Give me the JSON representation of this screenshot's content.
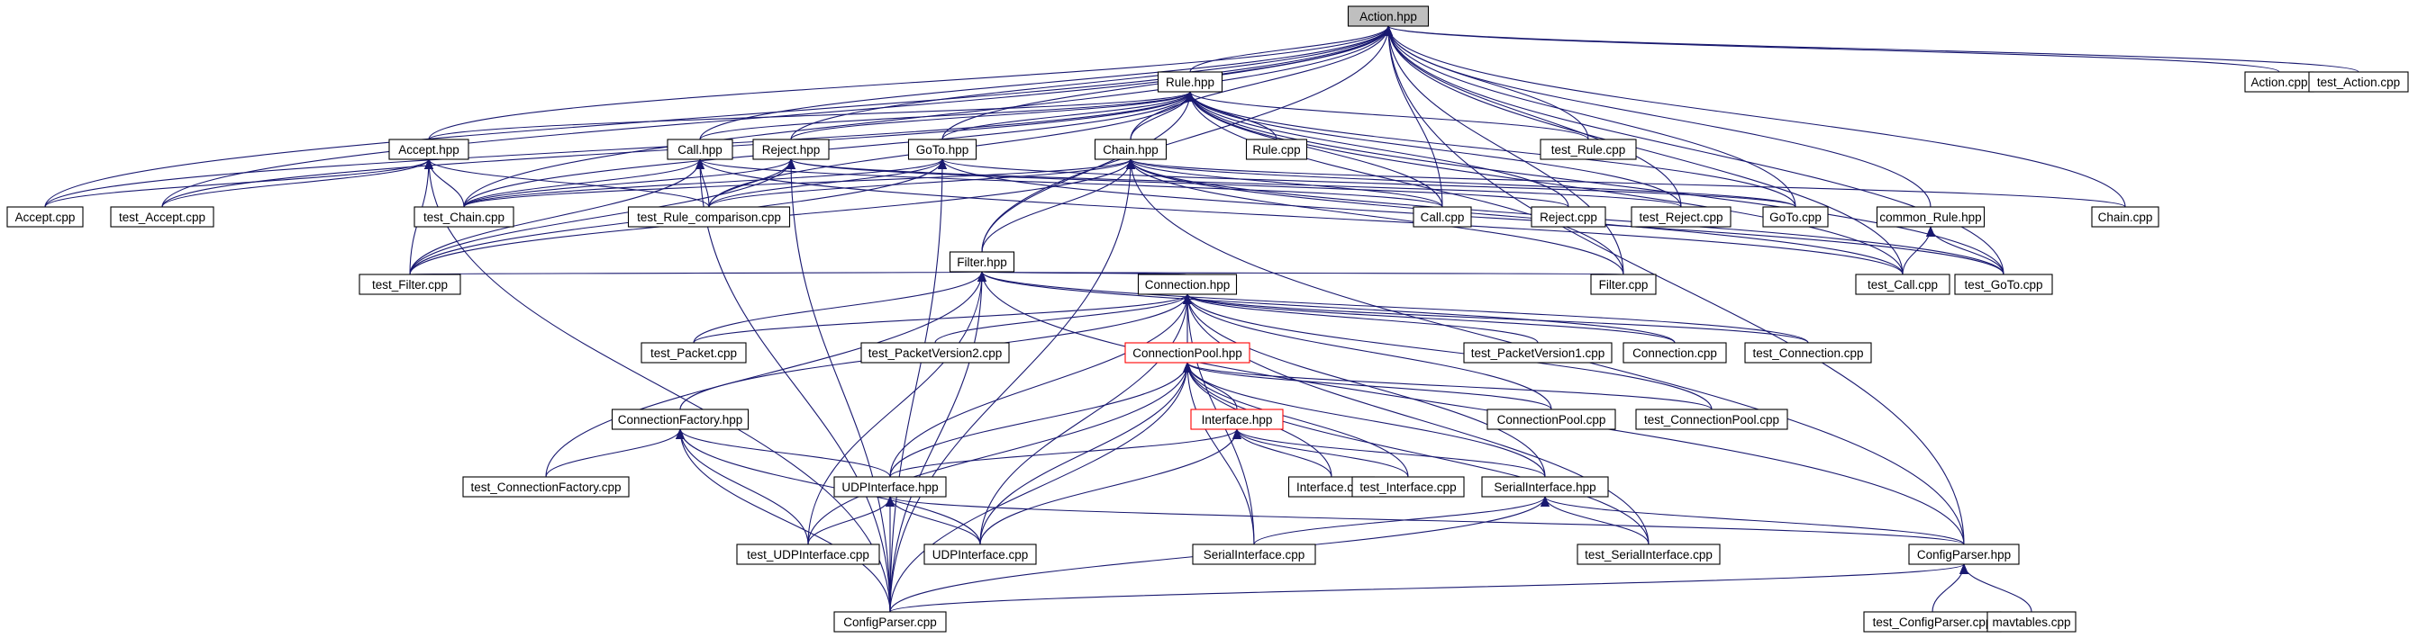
{
  "graph": {
    "colors": {
      "edge": "#191970",
      "node_fill": "#ffffff",
      "root_fill": "#bfbfbf",
      "border": "#000000",
      "highlight_border": "#ff0000"
    },
    "nodes": [
      {
        "id": "action_hpp",
        "label": "Action.hpp",
        "style": "root"
      },
      {
        "id": "rule_hpp",
        "label": "Rule.hpp"
      },
      {
        "id": "action_cpp",
        "label": "Action.cpp"
      },
      {
        "id": "test_action_cpp",
        "label": "test_Action.cpp"
      },
      {
        "id": "accept_hpp",
        "label": "Accept.hpp"
      },
      {
        "id": "call_hpp",
        "label": "Call.hpp"
      },
      {
        "id": "reject_hpp",
        "label": "Reject.hpp"
      },
      {
        "id": "goto_hpp",
        "label": "GoTo.hpp"
      },
      {
        "id": "chain_hpp",
        "label": "Chain.hpp"
      },
      {
        "id": "rule_cpp",
        "label": "Rule.cpp"
      },
      {
        "id": "test_rule_cpp",
        "label": "test_Rule.cpp"
      },
      {
        "id": "accept_cpp",
        "label": "Accept.cpp"
      },
      {
        "id": "test_accept_cpp",
        "label": "test_Accept.cpp"
      },
      {
        "id": "test_chain_cpp",
        "label": "test_Chain.cpp"
      },
      {
        "id": "test_rule_comparison_cpp",
        "label": "test_Rule_comparison.cpp"
      },
      {
        "id": "call_cpp",
        "label": "Call.cpp"
      },
      {
        "id": "reject_cpp",
        "label": "Reject.cpp"
      },
      {
        "id": "test_reject_cpp",
        "label": "test_Reject.cpp"
      },
      {
        "id": "goto_cpp",
        "label": "GoTo.cpp"
      },
      {
        "id": "common_rule_hpp",
        "label": "common_Rule.hpp"
      },
      {
        "id": "chain_cpp",
        "label": "Chain.cpp"
      },
      {
        "id": "filter_hpp",
        "label": "Filter.hpp"
      },
      {
        "id": "test_filter_cpp",
        "label": "test_Filter.cpp"
      },
      {
        "id": "filter_cpp",
        "label": "Filter.cpp"
      },
      {
        "id": "test_call_cpp",
        "label": "test_Call.cpp"
      },
      {
        "id": "test_goto_cpp",
        "label": "test_GoTo.cpp"
      },
      {
        "id": "connection_hpp",
        "label": "Connection.hpp"
      },
      {
        "id": "test_packet_cpp",
        "label": "test_Packet.cpp"
      },
      {
        "id": "test_packetversion2_cpp",
        "label": "test_PacketVersion2.cpp"
      },
      {
        "id": "connectionpool_hpp",
        "label": "ConnectionPool.hpp",
        "style": "red"
      },
      {
        "id": "test_packetversion1_cpp",
        "label": "test_PacketVersion1.cpp"
      },
      {
        "id": "connection_cpp",
        "label": "Connection.cpp"
      },
      {
        "id": "test_connection_cpp",
        "label": "test_Connection.cpp"
      },
      {
        "id": "connectionfactory_hpp",
        "label": "ConnectionFactory.hpp"
      },
      {
        "id": "interface_hpp",
        "label": "Interface.hpp",
        "style": "red"
      },
      {
        "id": "connectionpool_cpp",
        "label": "ConnectionPool.cpp"
      },
      {
        "id": "test_connectionpool_cpp",
        "label": "test_ConnectionPool.cpp"
      },
      {
        "id": "test_connectionfactory_cpp",
        "label": "test_ConnectionFactory.cpp"
      },
      {
        "id": "udpinterface_hpp",
        "label": "UDPInterface.hpp"
      },
      {
        "id": "interface_cpp",
        "label": "Interface.cpp"
      },
      {
        "id": "test_interface_cpp",
        "label": "test_Interface.cpp"
      },
      {
        "id": "serialinterface_hpp",
        "label": "SerialInterface.hpp"
      },
      {
        "id": "test_udpinterface_cpp",
        "label": "test_UDPInterface.cpp"
      },
      {
        "id": "udpinterface_cpp",
        "label": "UDPInterface.cpp"
      },
      {
        "id": "serialinterface_cpp",
        "label": "SerialInterface.cpp"
      },
      {
        "id": "test_serialinterface_cpp",
        "label": "test_SerialInterface.cpp"
      },
      {
        "id": "configparser_hpp",
        "label": "ConfigParser.hpp"
      },
      {
        "id": "configparser_cpp",
        "label": "ConfigParser.cpp"
      },
      {
        "id": "test_configparser_cpp",
        "label": "test_ConfigParser.cpp"
      },
      {
        "id": "mavtables_cpp",
        "label": "mavtables.cpp"
      }
    ],
    "edges": [
      [
        "rule_hpp",
        "action_hpp"
      ],
      [
        "action_cpp",
        "action_hpp"
      ],
      [
        "test_action_cpp",
        "action_hpp"
      ],
      [
        "accept_hpp",
        "action_hpp"
      ],
      [
        "call_hpp",
        "action_hpp"
      ],
      [
        "reject_hpp",
        "action_hpp"
      ],
      [
        "goto_hpp",
        "action_hpp"
      ],
      [
        "chain_hpp",
        "action_hpp"
      ],
      [
        "test_rule_cpp",
        "action_hpp"
      ],
      [
        "accept_cpp",
        "action_hpp"
      ],
      [
        "test_accept_cpp",
        "action_hpp"
      ],
      [
        "test_chain_cpp",
        "action_hpp"
      ],
      [
        "call_cpp",
        "action_hpp"
      ],
      [
        "test_reject_cpp",
        "action_hpp"
      ],
      [
        "goto_cpp",
        "action_hpp"
      ],
      [
        "common_rule_hpp",
        "action_hpp"
      ],
      [
        "chain_cpp",
        "action_hpp"
      ],
      [
        "filter_hpp",
        "action_hpp"
      ],
      [
        "filter_cpp",
        "action_hpp"
      ],
      [
        "test_call_cpp",
        "action_hpp"
      ],
      [
        "test_goto_cpp",
        "action_hpp"
      ],
      [
        "configparser_hpp",
        "action_hpp"
      ],
      [
        "accept_hpp",
        "rule_hpp"
      ],
      [
        "call_hpp",
        "rule_hpp"
      ],
      [
        "reject_hpp",
        "rule_hpp"
      ],
      [
        "goto_hpp",
        "rule_hpp"
      ],
      [
        "chain_hpp",
        "rule_hpp"
      ],
      [
        "rule_cpp",
        "rule_hpp"
      ],
      [
        "test_rule_cpp",
        "rule_hpp"
      ],
      [
        "accept_cpp",
        "rule_hpp"
      ],
      [
        "test_accept_cpp",
        "rule_hpp"
      ],
      [
        "test_chain_cpp",
        "rule_hpp"
      ],
      [
        "test_rule_comparison_cpp",
        "rule_hpp"
      ],
      [
        "call_cpp",
        "rule_hpp"
      ],
      [
        "reject_cpp",
        "rule_hpp"
      ],
      [
        "test_reject_cpp",
        "rule_hpp"
      ],
      [
        "goto_cpp",
        "rule_hpp"
      ],
      [
        "filter_hpp",
        "rule_hpp"
      ],
      [
        "filter_cpp",
        "rule_hpp"
      ],
      [
        "test_call_cpp",
        "rule_hpp"
      ],
      [
        "test_goto_cpp",
        "rule_hpp"
      ],
      [
        "accept_cpp",
        "accept_hpp"
      ],
      [
        "test_accept_cpp",
        "accept_hpp"
      ],
      [
        "test_chain_cpp",
        "accept_hpp"
      ],
      [
        "test_rule_comparison_cpp",
        "accept_hpp"
      ],
      [
        "test_filter_cpp",
        "accept_hpp"
      ],
      [
        "configparser_cpp",
        "accept_hpp"
      ],
      [
        "call_cpp",
        "call_hpp"
      ],
      [
        "test_call_cpp",
        "call_hpp"
      ],
      [
        "test_chain_cpp",
        "call_hpp"
      ],
      [
        "test_rule_comparison_cpp",
        "call_hpp"
      ],
      [
        "test_filter_cpp",
        "call_hpp"
      ],
      [
        "configparser_cpp",
        "call_hpp"
      ],
      [
        "reject_cpp",
        "reject_hpp"
      ],
      [
        "test_reject_cpp",
        "reject_hpp"
      ],
      [
        "test_chain_cpp",
        "reject_hpp"
      ],
      [
        "test_rule_comparison_cpp",
        "reject_hpp"
      ],
      [
        "test_filter_cpp",
        "reject_hpp"
      ],
      [
        "configparser_cpp",
        "reject_hpp"
      ],
      [
        "goto_cpp",
        "goto_hpp"
      ],
      [
        "test_goto_cpp",
        "goto_hpp"
      ],
      [
        "test_chain_cpp",
        "goto_hpp"
      ],
      [
        "test_rule_comparison_cpp",
        "goto_hpp"
      ],
      [
        "test_filter_cpp",
        "goto_hpp"
      ],
      [
        "configparser_cpp",
        "goto_hpp"
      ],
      [
        "chain_cpp",
        "chain_hpp"
      ],
      [
        "test_chain_cpp",
        "chain_hpp"
      ],
      [
        "test_call_cpp",
        "chain_hpp"
      ],
      [
        "test_goto_cpp",
        "chain_hpp"
      ],
      [
        "call_cpp",
        "chain_hpp"
      ],
      [
        "goto_cpp",
        "chain_hpp"
      ],
      [
        "filter_hpp",
        "chain_hpp"
      ],
      [
        "filter_cpp",
        "chain_hpp"
      ],
      [
        "test_filter_cpp",
        "chain_hpp"
      ],
      [
        "configparser_cpp",
        "chain_hpp"
      ],
      [
        "configparser_hpp",
        "chain_hpp"
      ],
      [
        "test_rule_comparison_cpp",
        "chain_hpp"
      ],
      [
        "test_call_cpp",
        "common_rule_hpp"
      ],
      [
        "test_goto_cpp",
        "common_rule_hpp"
      ],
      [
        "test_filter_cpp",
        "filter_hpp"
      ],
      [
        "filter_cpp",
        "filter_hpp"
      ],
      [
        "connection_hpp",
        "filter_hpp"
      ],
      [
        "test_packet_cpp",
        "filter_hpp"
      ],
      [
        "test_connection_cpp",
        "filter_hpp"
      ],
      [
        "connection_cpp",
        "filter_hpp"
      ],
      [
        "test_connectionfactory_cpp",
        "filter_hpp"
      ],
      [
        "test_udpinterface_cpp",
        "filter_hpp"
      ],
      [
        "configparser_cpp",
        "filter_hpp"
      ],
      [
        "configparser_hpp",
        "filter_hpp"
      ],
      [
        "test_packet_cpp",
        "connection_hpp"
      ],
      [
        "test_packetversion2_cpp",
        "connection_hpp"
      ],
      [
        "connectionpool_hpp",
        "connection_hpp"
      ],
      [
        "test_packetversion1_cpp",
        "connection_hpp"
      ],
      [
        "connection_cpp",
        "connection_hpp"
      ],
      [
        "test_connection_cpp",
        "connection_hpp"
      ],
      [
        "connectionfactory_hpp",
        "connection_hpp"
      ],
      [
        "udpinterface_hpp",
        "connection_hpp"
      ],
      [
        "udpinterface_cpp",
        "connection_hpp"
      ],
      [
        "serialinterface_cpp",
        "connection_hpp"
      ],
      [
        "serialinterface_hpp",
        "connection_hpp"
      ],
      [
        "connectionpool_cpp",
        "connection_hpp"
      ],
      [
        "test_connectionpool_cpp",
        "connection_hpp"
      ],
      [
        "test_serialinterface_cpp",
        "connection_hpp"
      ],
      [
        "interface_hpp",
        "connectionpool_hpp"
      ],
      [
        "connectionpool_cpp",
        "connectionpool_hpp"
      ],
      [
        "test_connectionpool_cpp",
        "connectionpool_hpp"
      ],
      [
        "udpinterface_hpp",
        "connectionpool_hpp"
      ],
      [
        "interface_cpp",
        "connectionpool_hpp"
      ],
      [
        "test_interface_cpp",
        "connectionpool_hpp"
      ],
      [
        "serialinterface_hpp",
        "connectionpool_hpp"
      ],
      [
        "test_udpinterface_cpp",
        "connectionpool_hpp"
      ],
      [
        "udpinterface_cpp",
        "connectionpool_hpp"
      ],
      [
        "serialinterface_cpp",
        "connectionpool_hpp"
      ],
      [
        "test_serialinterface_cpp",
        "connectionpool_hpp"
      ],
      [
        "configparser_cpp",
        "connectionpool_hpp"
      ],
      [
        "test_connectionfactory_cpp",
        "connectionfactory_hpp"
      ],
      [
        "udpinterface_hpp",
        "connectionfactory_hpp"
      ],
      [
        "test_udpinterface_cpp",
        "connectionfactory_hpp"
      ],
      [
        "udpinterface_cpp",
        "connectionfactory_hpp"
      ],
      [
        "configparser_cpp",
        "connectionfactory_hpp"
      ],
      [
        "udpinterface_hpp",
        "interface_hpp"
      ],
      [
        "interface_cpp",
        "interface_hpp"
      ],
      [
        "test_interface_cpp",
        "interface_hpp"
      ],
      [
        "serialinterface_hpp",
        "interface_hpp"
      ],
      [
        "udpinterface_cpp",
        "interface_hpp"
      ],
      [
        "test_udpinterface_cpp",
        "udpinterface_hpp"
      ],
      [
        "udpinterface_cpp",
        "udpinterface_hpp"
      ],
      [
        "configparser_cpp",
        "udpinterface_hpp"
      ],
      [
        "configparser_hpp",
        "udpinterface_hpp"
      ],
      [
        "serialinterface_cpp",
        "serialinterface_hpp"
      ],
      [
        "test_serialinterface_cpp",
        "serialinterface_hpp"
      ],
      [
        "configparser_cpp",
        "serialinterface_hpp"
      ],
      [
        "configparser_hpp",
        "serialinterface_hpp"
      ],
      [
        "configparser_cpp",
        "configparser_hpp"
      ],
      [
        "test_configparser_cpp",
        "configparser_hpp"
      ],
      [
        "mavtables_cpp",
        "configparser_hpp"
      ]
    ]
  }
}
